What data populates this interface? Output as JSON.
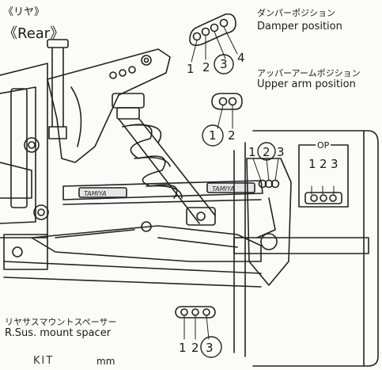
{
  "header": {
    "title_jp": "《リヤ》",
    "title_en": "《Rear》"
  },
  "damper": {
    "label_jp": "ダンパーポジション",
    "label_en": "Damper position",
    "positions": [
      "1",
      "2",
      "3",
      "4"
    ],
    "selected": "3"
  },
  "upper_arm": {
    "label_jp": "アッパーアームポジション",
    "label_en": "Upper arm position",
    "positions": [
      "1",
      "2"
    ],
    "selected": "1"
  },
  "hub": {
    "positions": [
      "1",
      "2",
      "3"
    ],
    "selected": "2"
  },
  "op_box": {
    "title": "OP",
    "positions": [
      "1",
      "2",
      "3"
    ]
  },
  "spacer": {
    "label_jp": "リヤサスマウントスペーサー",
    "label_en": "R.Sus. mount spacer",
    "positions": [
      "1",
      "2",
      "3"
    ],
    "selected": "3"
  },
  "footer": {
    "handwritten": "KIT",
    "unit": "mm"
  },
  "parts": {
    "shock_brand": "TAMIYA",
    "rod_brand": "TAMIYA"
  },
  "colors": {
    "line": "#222222",
    "paper": "#fbfbf9"
  }
}
